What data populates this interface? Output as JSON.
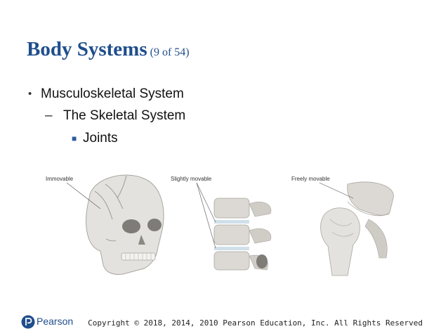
{
  "slide": {
    "title": "Body Systems",
    "title_counter": "(9 of 54)",
    "bullets": [
      {
        "level": 1,
        "text": "Musculoskeletal System"
      },
      {
        "level": 2,
        "text": "The Skeletal System"
      },
      {
        "level": 3,
        "text": "Joints"
      }
    ],
    "figure_labels": {
      "immovable": "Immovable",
      "slightly_movable": "Slightly movable",
      "freely_movable": "Freely movable"
    }
  },
  "footer": {
    "logo_text": "Pearson",
    "copyright": "Copyright © 2018, 2014, 2010 Pearson Education, Inc. All Rights Reserved"
  },
  "colors": {
    "title": "#1f4e8c",
    "bone": "#e4e2de",
    "bone_shadow": "#b9b6b0",
    "cartilage": "#cfe0ea"
  }
}
